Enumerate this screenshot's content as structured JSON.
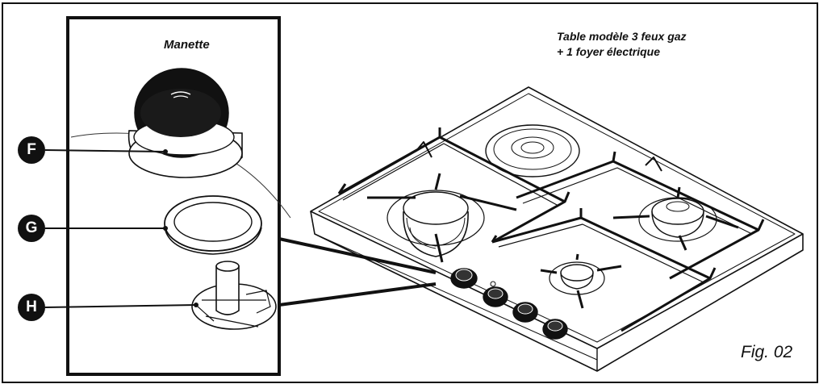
{
  "labels": {
    "manette": "Manette",
    "caption_line1": "Table modèle 3 feux gaz",
    "caption_line2": "+ 1 foyer électrique",
    "figure": "Fig. 02"
  },
  "callouts": [
    {
      "letter": "F",
      "part": "knob"
    },
    {
      "letter": "G",
      "part": "ring"
    },
    {
      "letter": "H",
      "part": "spindle"
    }
  ],
  "colors": {
    "ink": "#111111",
    "paper": "#ffffff",
    "badge_text": "#ffffff"
  }
}
